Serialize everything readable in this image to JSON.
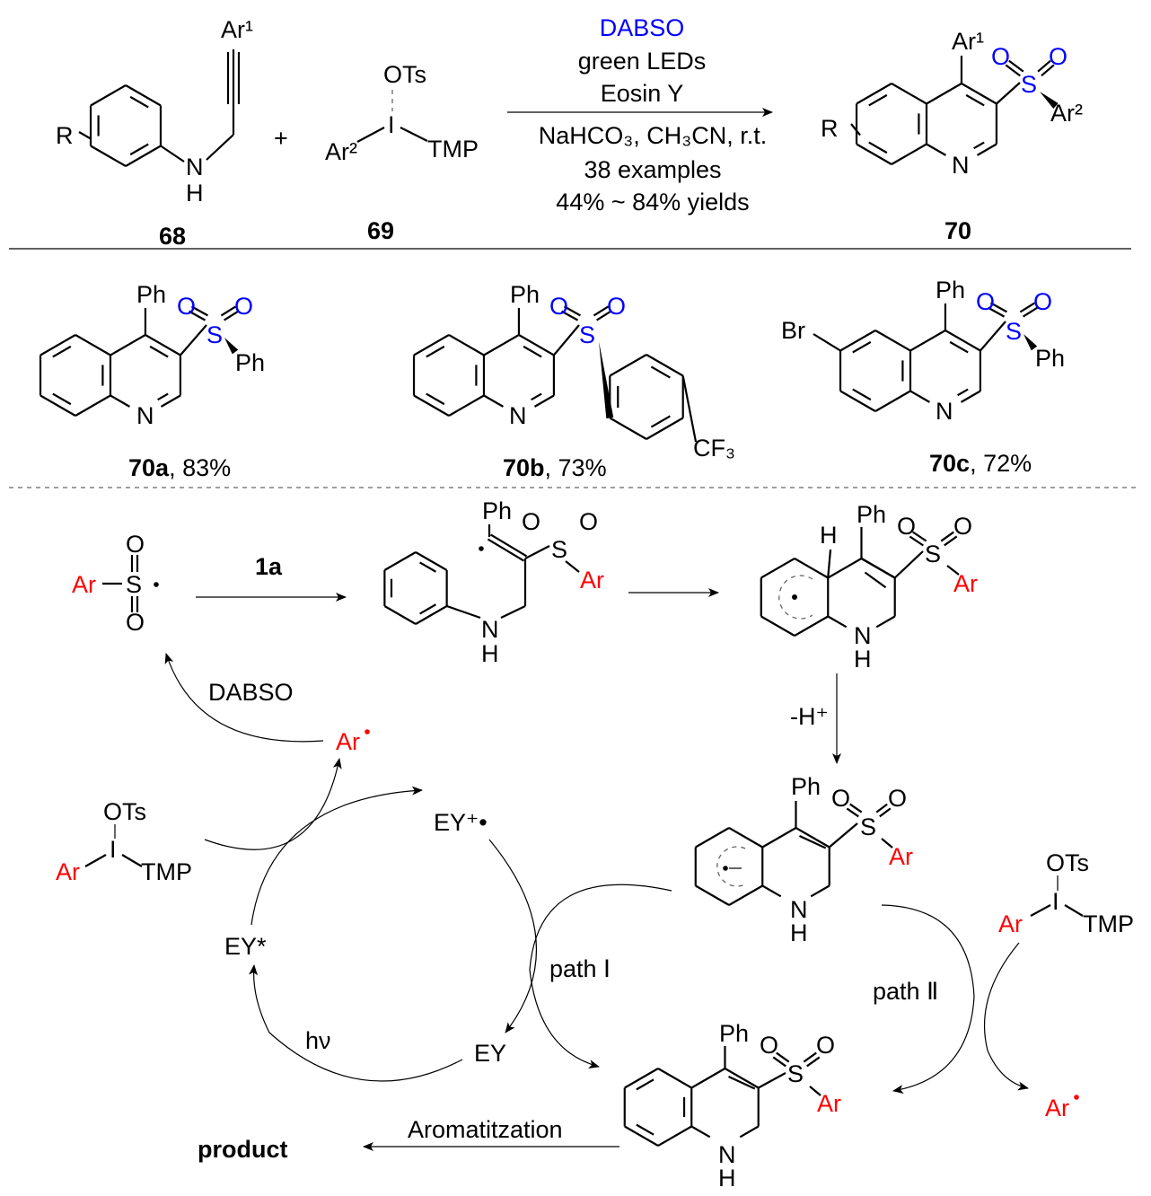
{
  "scheme": {
    "reactant1": {
      "R": "R",
      "Ar1": "Ar¹",
      "N": "N",
      "H": "H",
      "label": "68"
    },
    "plus": "+",
    "reactant2": {
      "OTs": "OTs",
      "I": "I",
      "Ar2": "Ar²",
      "TMP": "TMP",
      "label": "69"
    },
    "conditions_above": [
      "DABSO",
      "green LEDs",
      "Eosin Y"
    ],
    "conditions_below": [
      "NaHCO₃, CH₃CN, r.t.",
      "38 examples",
      "44% ~ 84% yields"
    ],
    "product": {
      "R": "R",
      "Ar1": "Ar¹",
      "O1": "O",
      "O2": "O",
      "S": "S",
      "Ar2": "Ar²",
      "N": "N",
      "label": "70"
    },
    "colors": {
      "reagent": "#0000ff",
      "aryl": "#ff0000"
    }
  },
  "examples": [
    {
      "id": "70a",
      "yield": ", 83%",
      "Ph": "Ph",
      "S": "S",
      "O": "O",
      "Ar": "Ph",
      "N": "N"
    },
    {
      "id": "70b",
      "yield": ", 73%",
      "Ph": "Ph",
      "S": "S",
      "O": "O",
      "Ar": "CF₃",
      "N": "N"
    },
    {
      "id": "70c",
      "yield": ", 72%",
      "Ph": "Ph",
      "S": "S",
      "O": "O",
      "Ar": "Ph",
      "N": "N",
      "Br": "Br"
    }
  ],
  "mechanism": {
    "sulfonyl_radical": {
      "Ar": "Ar",
      "S": "S",
      "O": "O"
    },
    "step1_label": "1a",
    "vinyl_radical": {
      "Ph": "Ph",
      "S": "S",
      "O": "O",
      "Ar": "Ar",
      "N": "N",
      "H": "H"
    },
    "cyclized_radical": {
      "H": "H",
      "Ph": "Ph",
      "S": "S",
      "O": "O",
      "Ar": "Ar",
      "N": "N",
      "NH": "H"
    },
    "deprotonation": "-H⁺",
    "anion_radical": {
      "Ph": "Ph",
      "S": "S",
      "O": "O",
      "Ar": "Ar",
      "N": "N",
      "H": "H"
    },
    "iodonium": {
      "OTs": "OTs",
      "I": "I",
      "Ar": "Ar",
      "TMP": "TMP"
    },
    "aryl_radical": "Ar",
    "dabso": "DABSO",
    "ey_cation": "EY⁺•",
    "ey_star": "EY*",
    "ey": "EY",
    "hv": "hν",
    "path1": "path  Ⅰ",
    "path2": "path  Ⅱ",
    "dihydro": {
      "Ph": "Ph",
      "S": "S",
      "O": "O",
      "Ar": "Ar",
      "N": "N",
      "H": "H"
    },
    "aromatization": "Aromatitzation",
    "product": "product"
  }
}
